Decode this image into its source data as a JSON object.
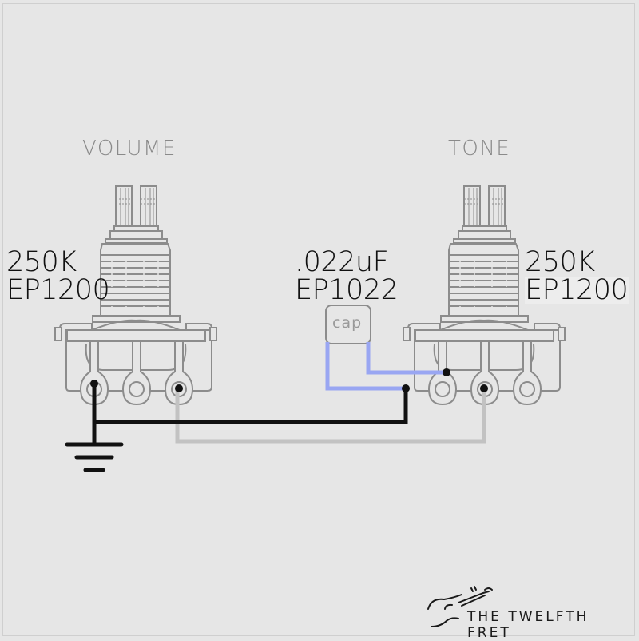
{
  "diagram": {
    "type": "wiring-diagram",
    "components": {
      "volume_pot": {
        "title": "VOLUME",
        "value": "250K",
        "part": "EP1200"
      },
      "tone_pot": {
        "title": "TONE",
        "value": "250K",
        "part": "EP1200"
      },
      "capacitor": {
        "label": "cap",
        "value": ".022uF",
        "part": "EP1022"
      },
      "ground": {
        "symbol": "ground-symbol"
      }
    },
    "wires": [
      {
        "name": "ground-wire",
        "color": "#111111",
        "from": "volume lug 1",
        "to": "ground / cap junction"
      },
      {
        "name": "cap-to-ground",
        "color": "#99a6f2",
        "from": "cap left leg",
        "to": "ground wire junction"
      },
      {
        "name": "cap-to-tone",
        "color": "#99a6f2",
        "from": "cap right leg",
        "to": "tone lug 1"
      },
      {
        "name": "volume-to-tone",
        "color": "#c2c2c2",
        "from": "volume lug 3",
        "to": "tone lug 2"
      }
    ],
    "colors": {
      "background": "#e6e6e6",
      "outline": "#8c8c8c",
      "ground_wire": "#111111",
      "cap_wire": "#99a6f2",
      "signal_wire": "#c2c2c2"
    }
  },
  "brand": {
    "name": "THE TWELFTH FRET",
    "icon": "guitar-logo-icon"
  }
}
